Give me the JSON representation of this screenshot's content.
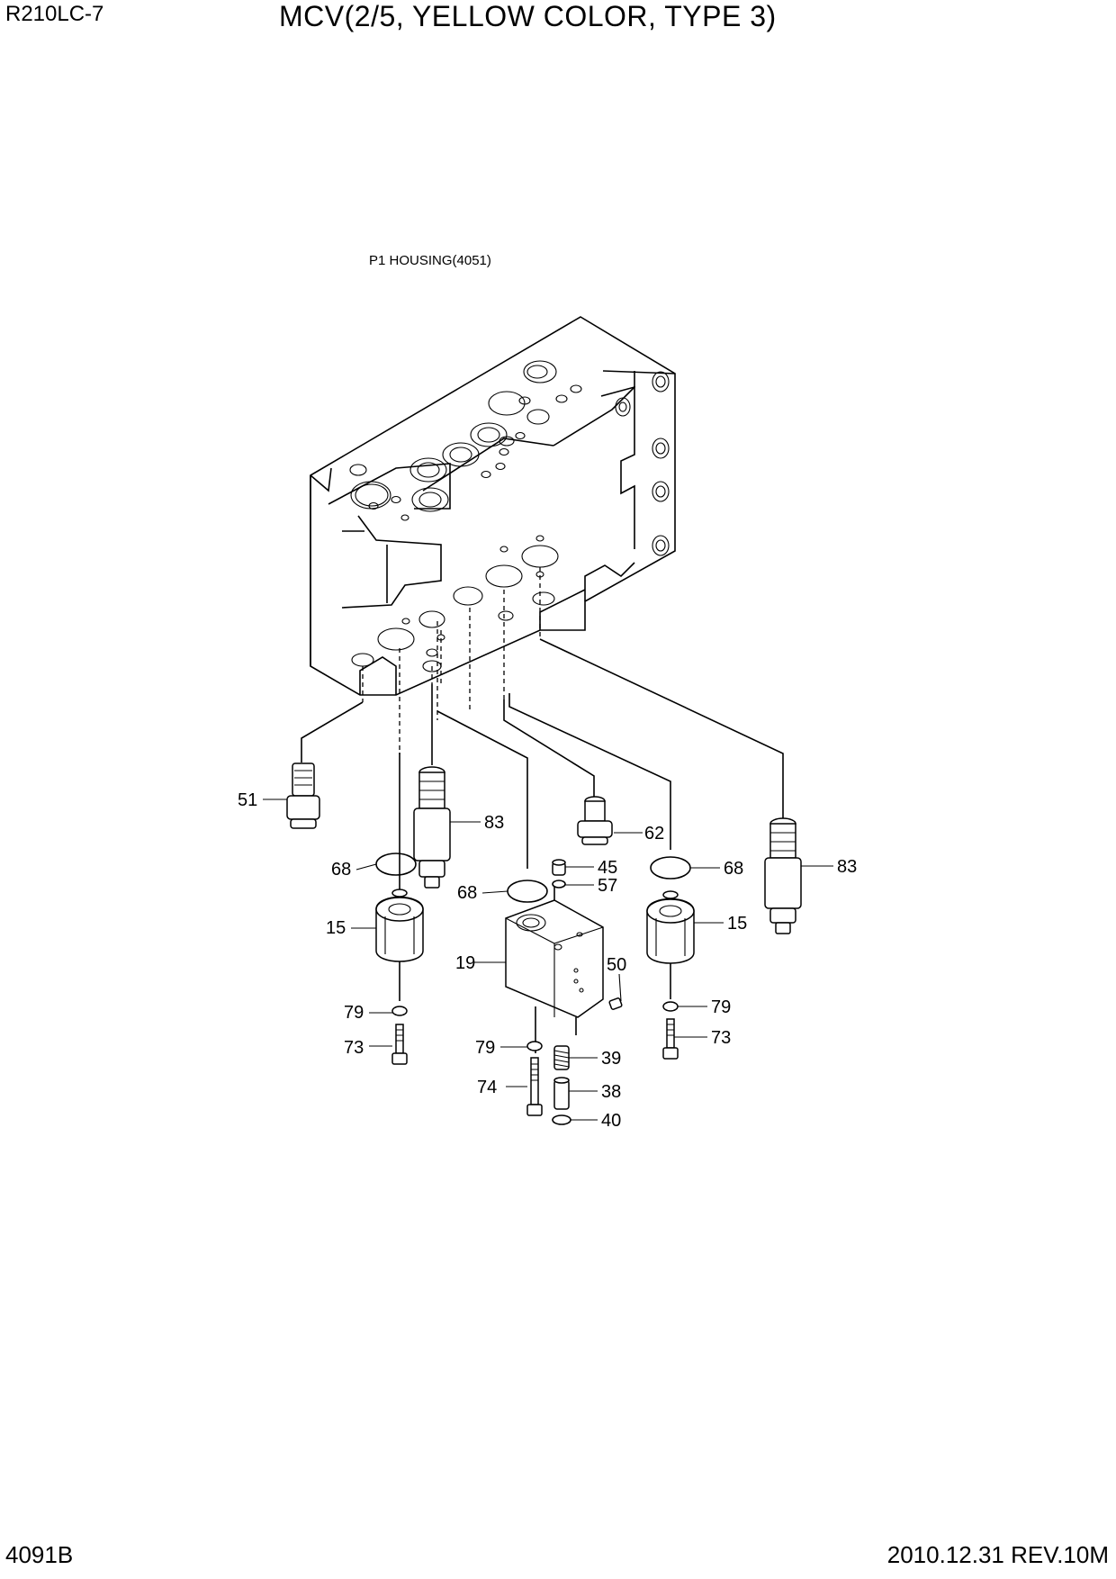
{
  "header": {
    "model": "R210LC-7",
    "title": "MCV(2/5, YELLOW COLOR, TYPE 3)"
  },
  "footer": {
    "page_code": "4091B",
    "revision": "2010.12.31  REV.10M"
  },
  "diagram": {
    "housing_label": "P1 HOUSING(4051)",
    "callouts": [
      "51",
      "83",
      "68",
      "15",
      "79",
      "73",
      "62",
      "45",
      "57",
      "68",
      "19",
      "50",
      "79",
      "74",
      "39",
      "38",
      "40",
      "68",
      "83",
      "15",
      "79",
      "73"
    ]
  }
}
